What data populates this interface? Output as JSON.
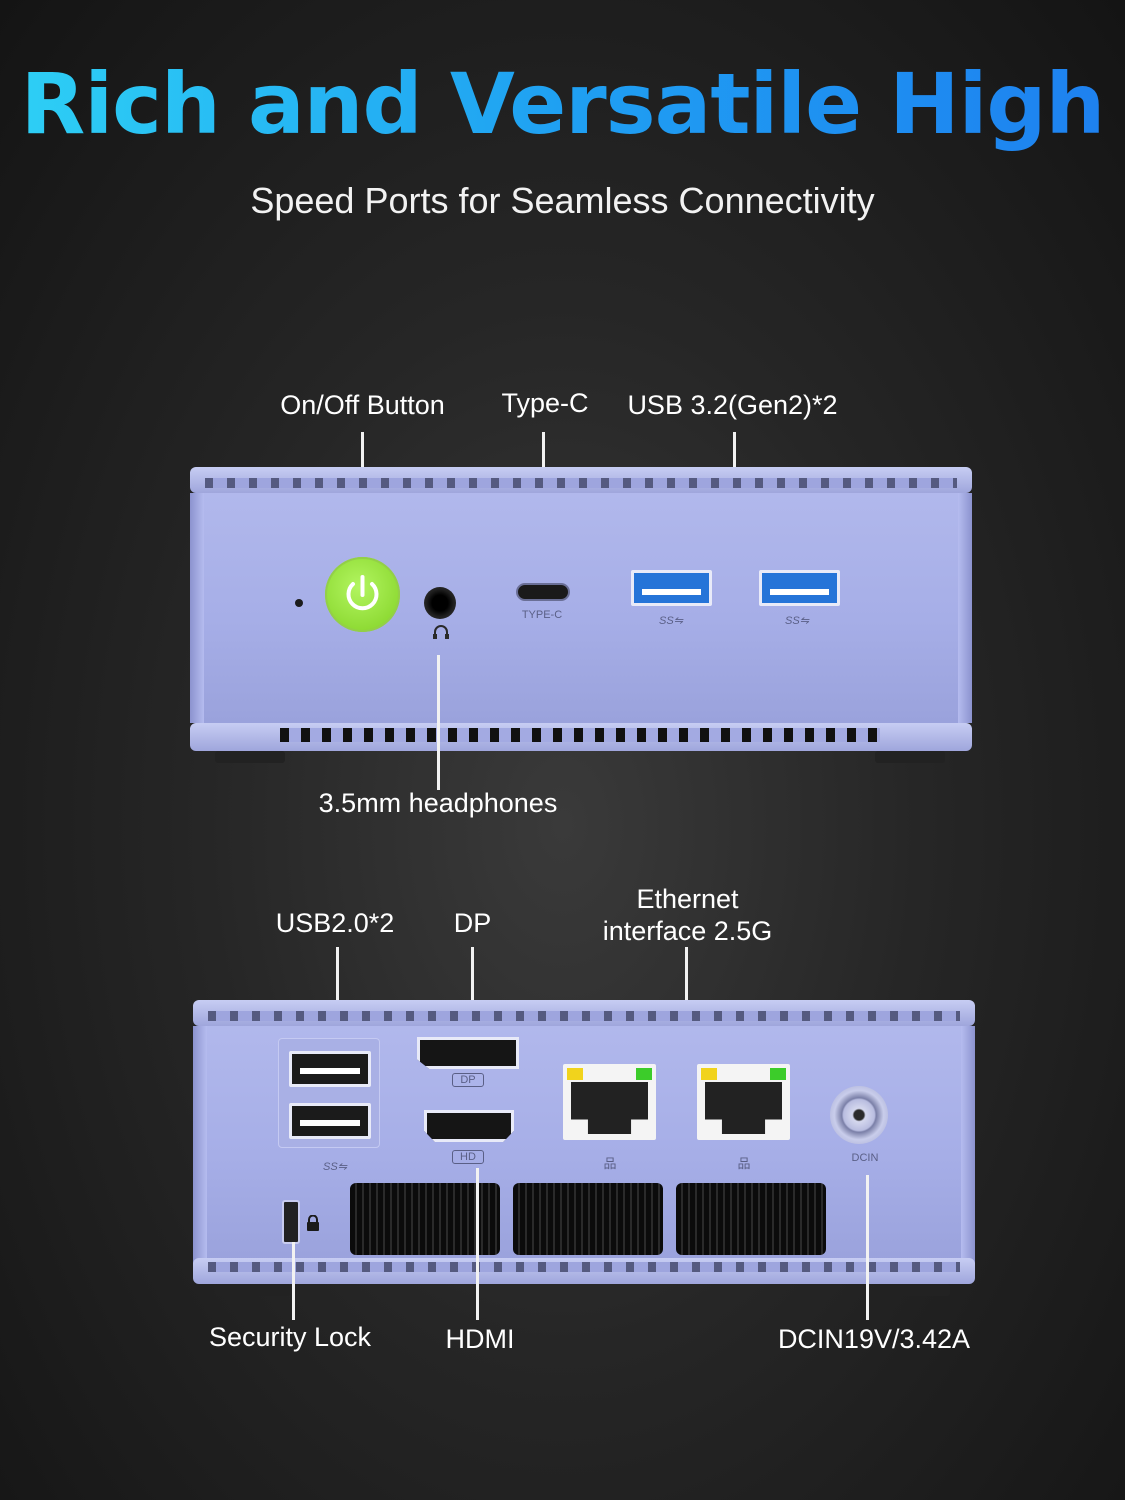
{
  "title": "Rich and Versatile High",
  "subtitle": "Speed Ports for Seamless Connectivity",
  "front_panel": {
    "labels": {
      "power": "On/Off Button",
      "typec": "Type-C",
      "usb32": "USB 3.2(Gen2)*2",
      "audio": "3.5mm headphones"
    },
    "port_marks": {
      "typec": "TYPE-C",
      "ss": "SS⇋"
    }
  },
  "rear_panel": {
    "labels": {
      "usb2": "USB2.0*2",
      "dp": "DP",
      "ethernet_line1": "Ethernet",
      "ethernet_line2": "interface 2.5G",
      "security_lock": "Security Lock",
      "hdmi": "HDMI",
      "dcin": "DCIN19V/3.42A"
    },
    "port_marks": {
      "dp": "DP",
      "hdmi": "HD",
      "lan": "品",
      "dcin": "DCIN",
      "ss": "SS⇋"
    }
  },
  "colors": {
    "title_gradient_start": "#2ed0f5",
    "title_gradient_end": "#1e80f0",
    "device_body": "#a6aee7",
    "power_button": "#8fdb35",
    "usb3_blue": "#2574d8"
  }
}
